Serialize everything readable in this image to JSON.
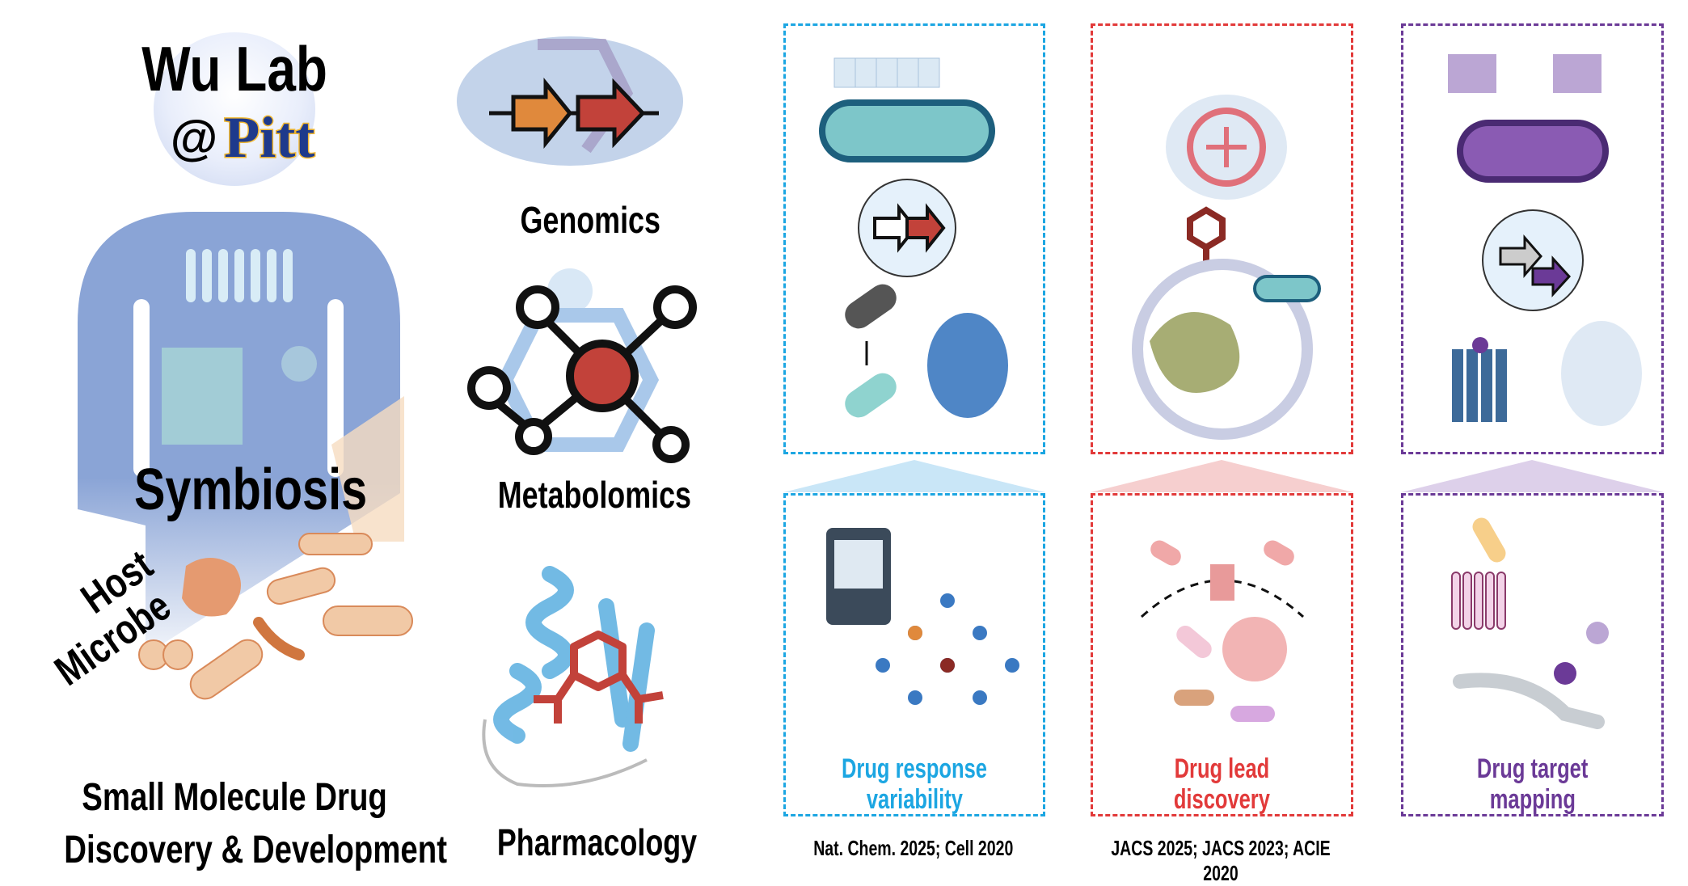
{
  "header": {
    "lab_name": "Wu Lab",
    "at_sign": "@",
    "institution": "Pitt"
  },
  "left_panel": {
    "symbiosis_label": "Symbiosis",
    "host_label": "Host",
    "microbe_label": "Microbe",
    "drug_line1": "Small Molecule Drug",
    "drug_line2": "Discovery & Development"
  },
  "methods": [
    {
      "label": "Genomics"
    },
    {
      "label": "Metabolomics"
    },
    {
      "label": "Pharmacology"
    }
  ],
  "panels": [
    {
      "title_line1": "Drug response",
      "title_line2": "variability",
      "citation": "Nat. Chem. 2025; Cell 2020",
      "color": "#1ca6e2"
    },
    {
      "title_line1": "Drug lead",
      "title_line2": "discovery",
      "citation": "JACS 2025; JACS 2023; ACIE 2020",
      "color": "#e23a3a"
    },
    {
      "title_line1": "Drug target",
      "title_line2": "mapping",
      "citation": "",
      "color": "#6b3a97"
    }
  ]
}
